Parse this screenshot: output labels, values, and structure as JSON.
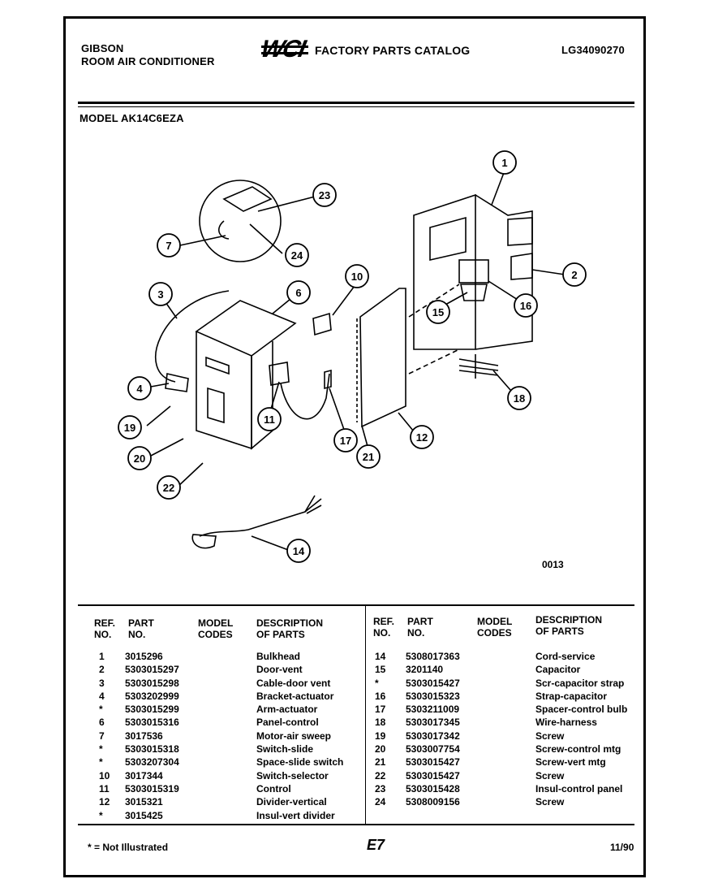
{
  "header": {
    "brand": "GIBSON",
    "product": "ROOM AIR CONDITIONER",
    "logo": "WCI",
    "catalog_title": "FACTORY PARTS CATALOG",
    "doc_number": "LG34090270",
    "model": "MODEL AK14C6EZA"
  },
  "diagram": {
    "callouts": [
      "1",
      "2",
      "3",
      "4",
      "6",
      "7",
      "10",
      "11",
      "12",
      "14",
      "15",
      "16",
      "17",
      "18",
      "19",
      "20",
      "21",
      "22",
      "23",
      "24"
    ],
    "drawing_code": "0013"
  },
  "table_headers": {
    "ref": "REF.\nNO.",
    "part": "PART\nNO.",
    "model_codes": "MODEL\nCODES",
    "description": "DESCRIPTION\nOF PARTS"
  },
  "parts_left": [
    {
      "ref": "1",
      "part": "3015296",
      "desc": "Bulkhead"
    },
    {
      "ref": "2",
      "part": "5303015297",
      "desc": "Door-vent"
    },
    {
      "ref": "3",
      "part": "5303015298",
      "desc": "Cable-door vent"
    },
    {
      "ref": "4",
      "part": "5303202999",
      "desc": "Bracket-actuator"
    },
    {
      "ref": "*",
      "part": "5303015299",
      "desc": "Arm-actuator"
    },
    {
      "ref": "6",
      "part": "5303015316",
      "desc": "Panel-control"
    },
    {
      "ref": "7",
      "part": "3017536",
      "desc": "Motor-air sweep"
    },
    {
      "ref": "*",
      "part": "5303015318",
      "desc": "Switch-slide"
    },
    {
      "ref": "*",
      "part": "5303207304",
      "desc": "Space-slide switch"
    },
    {
      "ref": "10",
      "part": "3017344",
      "desc": "Switch-selector"
    },
    {
      "ref": "11",
      "part": "5303015319",
      "desc": "Control"
    },
    {
      "ref": "12",
      "part": "3015321",
      "desc": "Divider-vertical"
    },
    {
      "ref": "*",
      "part": "3015425",
      "desc": "Insul-vert divider"
    }
  ],
  "parts_right": [
    {
      "ref": "14",
      "part": "5308017363",
      "desc": "Cord-service"
    },
    {
      "ref": "15",
      "part": "3201140",
      "desc": "Capacitor"
    },
    {
      "ref": "*",
      "part": "5303015427",
      "desc": "Scr-capacitor strap"
    },
    {
      "ref": "16",
      "part": "5303015323",
      "desc": "Strap-capacitor"
    },
    {
      "ref": "17",
      "part": "5303211009",
      "desc": "Spacer-control bulb"
    },
    {
      "ref": "18",
      "part": "5303017345",
      "desc": "Wire-harness"
    },
    {
      "ref": "19",
      "part": "5303017342",
      "desc": "Screw"
    },
    {
      "ref": "20",
      "part": "5303007754",
      "desc": "Screw-control mtg"
    },
    {
      "ref": "21",
      "part": "5303015427",
      "desc": "Screw-vert mtg"
    },
    {
      "ref": "22",
      "part": "5303015427",
      "desc": "Screw"
    },
    {
      "ref": "23",
      "part": "5303015428",
      "desc": "Insul-control panel"
    },
    {
      "ref": "24",
      "part": "5308009156",
      "desc": "Screw"
    }
  ],
  "footer": {
    "note": "* = Not Illustrated",
    "page": "E7",
    "date": "11/90"
  }
}
